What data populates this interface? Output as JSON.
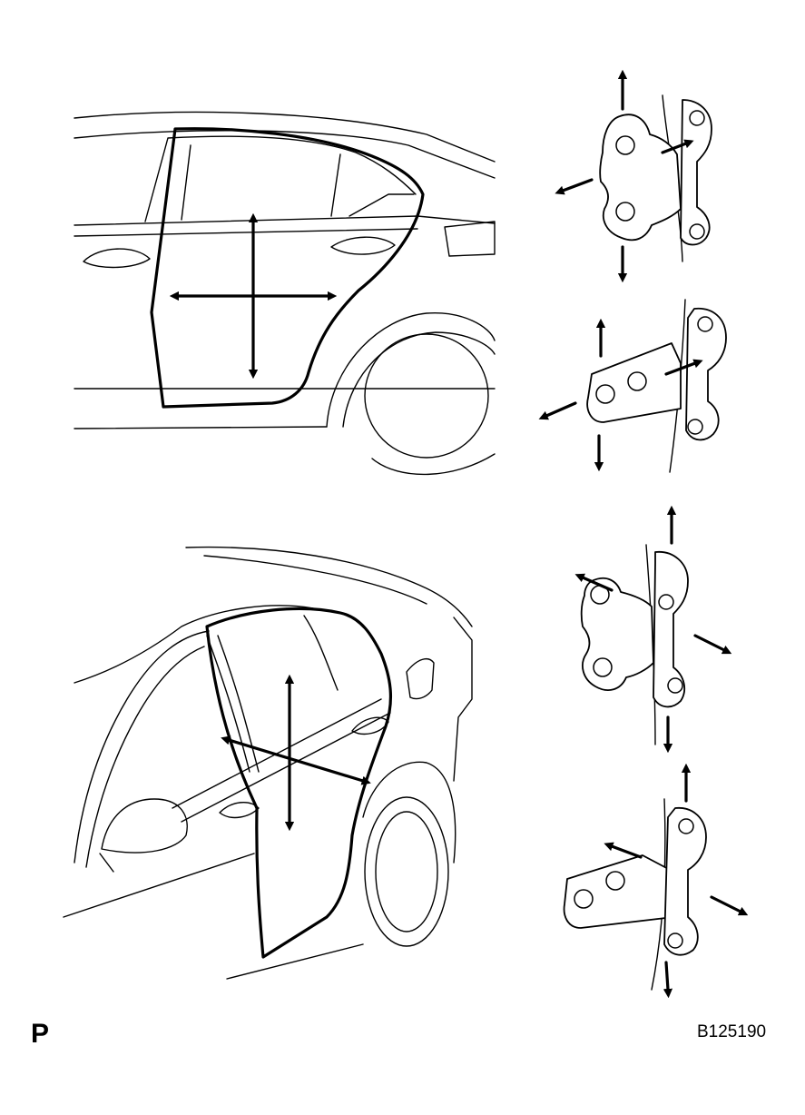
{
  "label": {
    "corner_letter": "P",
    "figure_code": "B125190"
  },
  "colors": {
    "line": "#000000",
    "background": "#ffffff"
  },
  "views": [
    {
      "id": "side-view",
      "icon": "rear-door-side-view"
    },
    {
      "id": "perspective-view",
      "icon": "rear-door-perspective-view"
    }
  ],
  "hinges": [
    {
      "id": "upper-hinge-body-side",
      "icon": "door-hinge"
    },
    {
      "id": "lower-hinge-body-side",
      "icon": "door-hinge"
    },
    {
      "id": "upper-hinge-door-side",
      "icon": "door-hinge"
    },
    {
      "id": "lower-hinge-door-side",
      "icon": "door-hinge"
    }
  ]
}
